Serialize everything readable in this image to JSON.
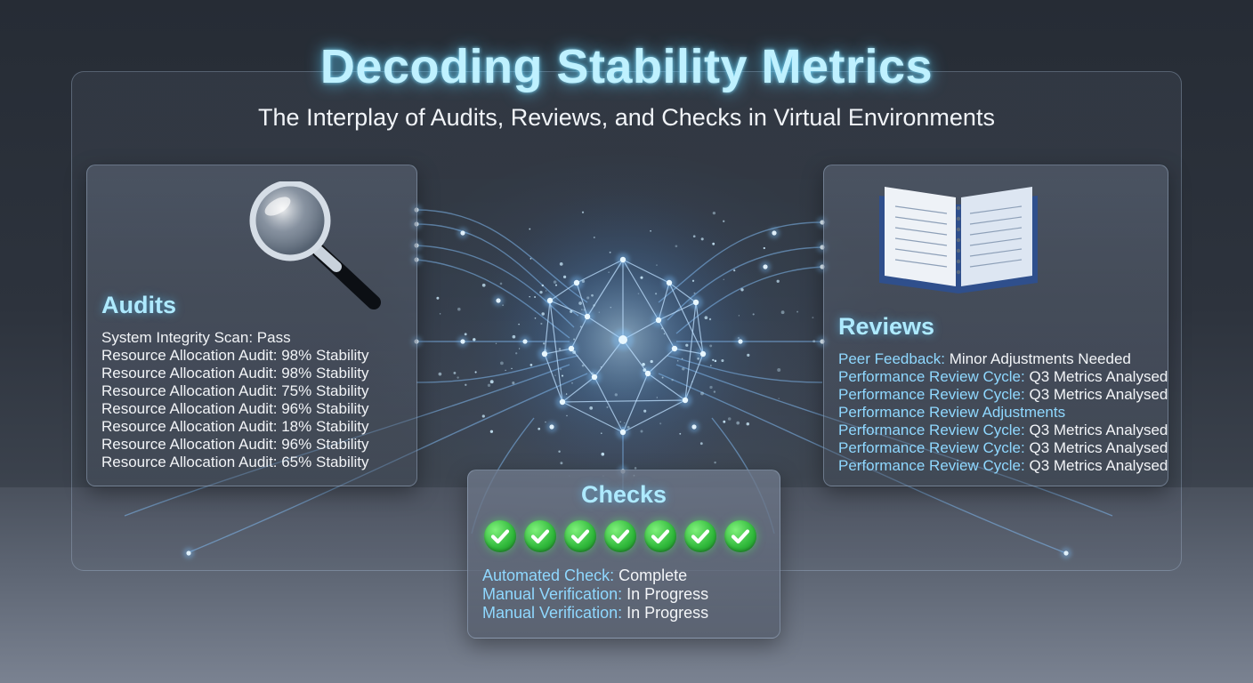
{
  "title": "Decoding Stability Metrics",
  "subtitle": "The Interplay of Audits, Reviews, and Checks in Virtual Environments",
  "audits": {
    "heading": "Audits",
    "icon": "magnifying-glass-icon",
    "items": [
      "System Integrity Scan: Pass",
      "Resource Allocation Audit: 98% Stability",
      "Resource Allocation Audit: 98% Stability",
      "Resource Allocation Audit: 75% Stability",
      "Resource Allocation Audit: 96% Stability",
      "Resource Allocation Audit: 18% Stability",
      "Resource Allocation Audit: 96% Stability",
      "Resource Allocation Audit: 65% Stability"
    ]
  },
  "reviews": {
    "heading": "Reviews",
    "icon": "open-book-icon",
    "items": [
      {
        "label": "Peer Feedback:",
        "value": " Minor Adjustments Needed"
      },
      {
        "label": "Performance Review Cycle:",
        "value": " Q3 Metrics Analysed"
      },
      {
        "label": "Performance Review Cycle:",
        "value": " Q3 Metrics Analysed"
      },
      {
        "label": "Performance Review Adjustments",
        "value": ""
      },
      {
        "label": "Performance Review Cycle:",
        "value": " Q3 Metrics Analysed"
      },
      {
        "label": "Performance Review Cycle:",
        "value": " Q3 Metrics Analysed"
      },
      {
        "label": "Performance Review Cycle:",
        "value": " Q3 Metrics Analysed"
      }
    ]
  },
  "checks": {
    "heading": "Checks",
    "check_count": 7,
    "icon": "check-circle-icon",
    "items": [
      {
        "label": "Automated Check:",
        "value": " Complete"
      },
      {
        "label": "Manual Verification:",
        "value": " In Progress"
      },
      {
        "label": "Manual Verification:",
        "value": " In Progress"
      }
    ]
  },
  "colors": {
    "title_glow": "#bff1ff",
    "accent_label": "#8fd8ff",
    "check_green": "#2fb83a",
    "node_glow": "#cfeeff"
  }
}
